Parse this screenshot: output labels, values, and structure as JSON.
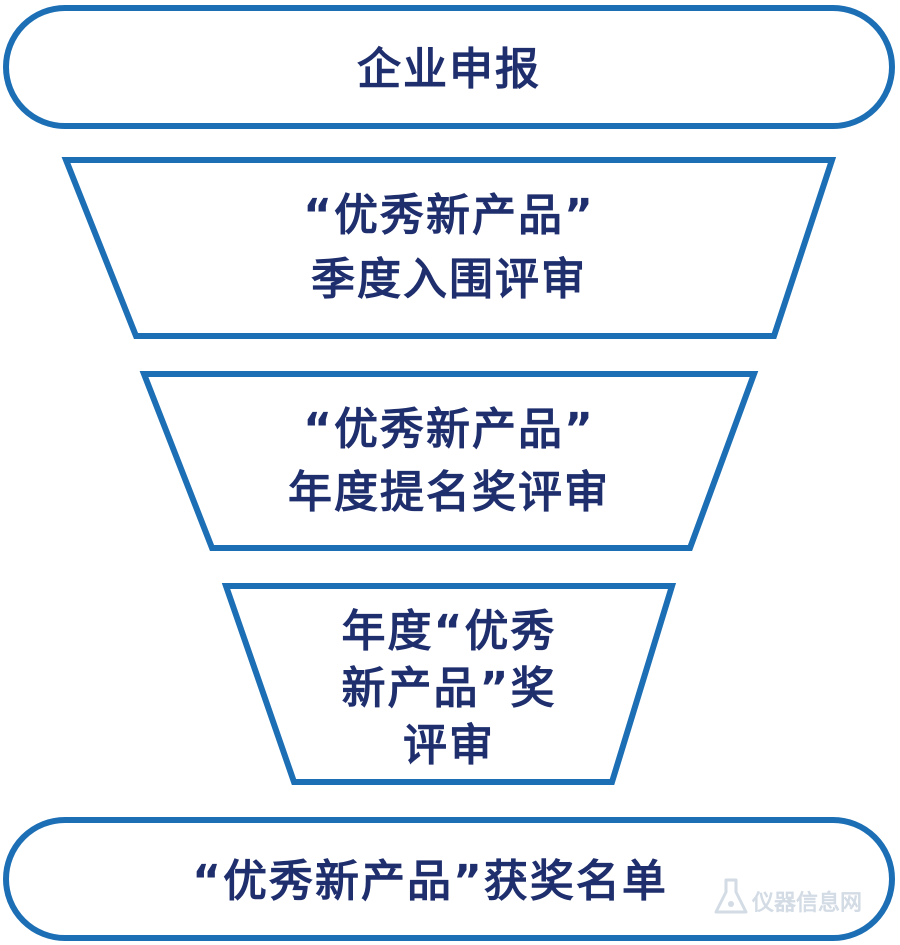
{
  "colors": {
    "stroke": "#1c6fb5",
    "text": "#1f2f6e",
    "watermark": "#cfd8e3"
  },
  "stages": [
    {
      "shape": "pill",
      "lines": [
        "企业申报"
      ]
    },
    {
      "shape": "trapezoid",
      "lines": [
        "“优秀新产品”",
        "季度入围评审"
      ]
    },
    {
      "shape": "trapezoid",
      "lines": [
        "“优秀新产品”",
        "年度提名奖评审"
      ]
    },
    {
      "shape": "trapezoid",
      "lines": [
        "年度“优秀",
        "新产品”奖",
        "评审"
      ]
    },
    {
      "shape": "pill",
      "lines": [
        "“优秀新产品”获奖名单"
      ]
    }
  ],
  "watermark": {
    "text": "仪器信息网",
    "icon": "flask-logo-icon"
  }
}
